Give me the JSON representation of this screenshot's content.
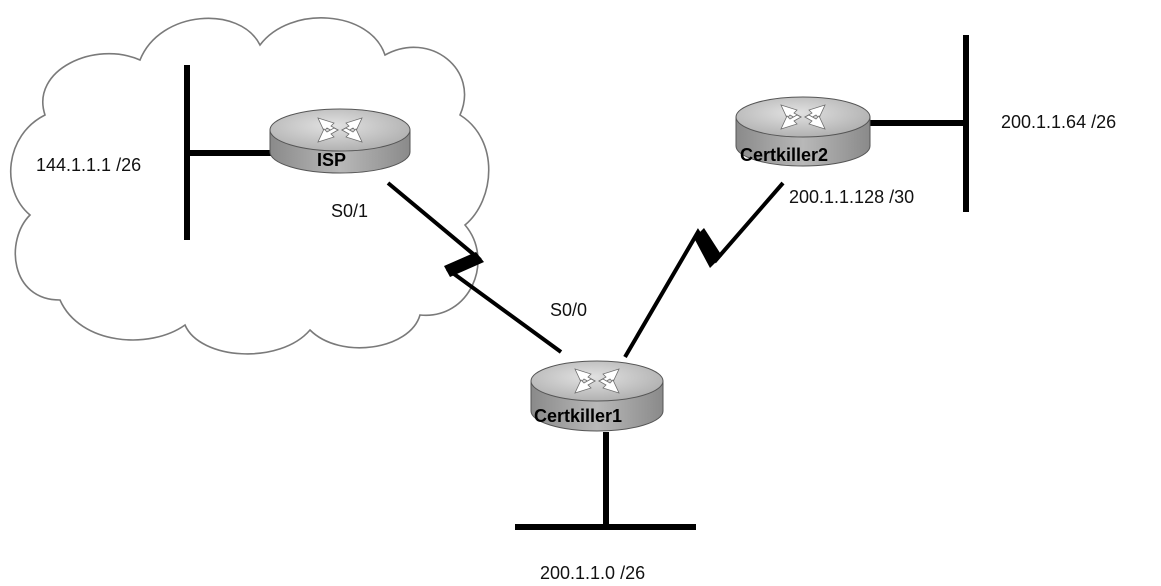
{
  "routers": [
    {
      "name": "ISP"
    },
    {
      "name": "Certkiller2"
    },
    {
      "name": "Certkiller1"
    }
  ],
  "networks": {
    "isp_lan": "144.1.1.1 /26",
    "certkiller2_lan": "200.1.1.64 /26",
    "wan_link": "200.1.1.128 /30",
    "certkiller1_lan": "200.1.1.0 /26"
  },
  "interfaces": {
    "isp_serial": "S0/1",
    "certkiller1_serial": "S0/0"
  },
  "colors": {
    "line": "#000000",
    "router_top": "#c9c9c9",
    "router_side": "#9a9a9a",
    "cloud_stroke": "#7a7a7a"
  }
}
